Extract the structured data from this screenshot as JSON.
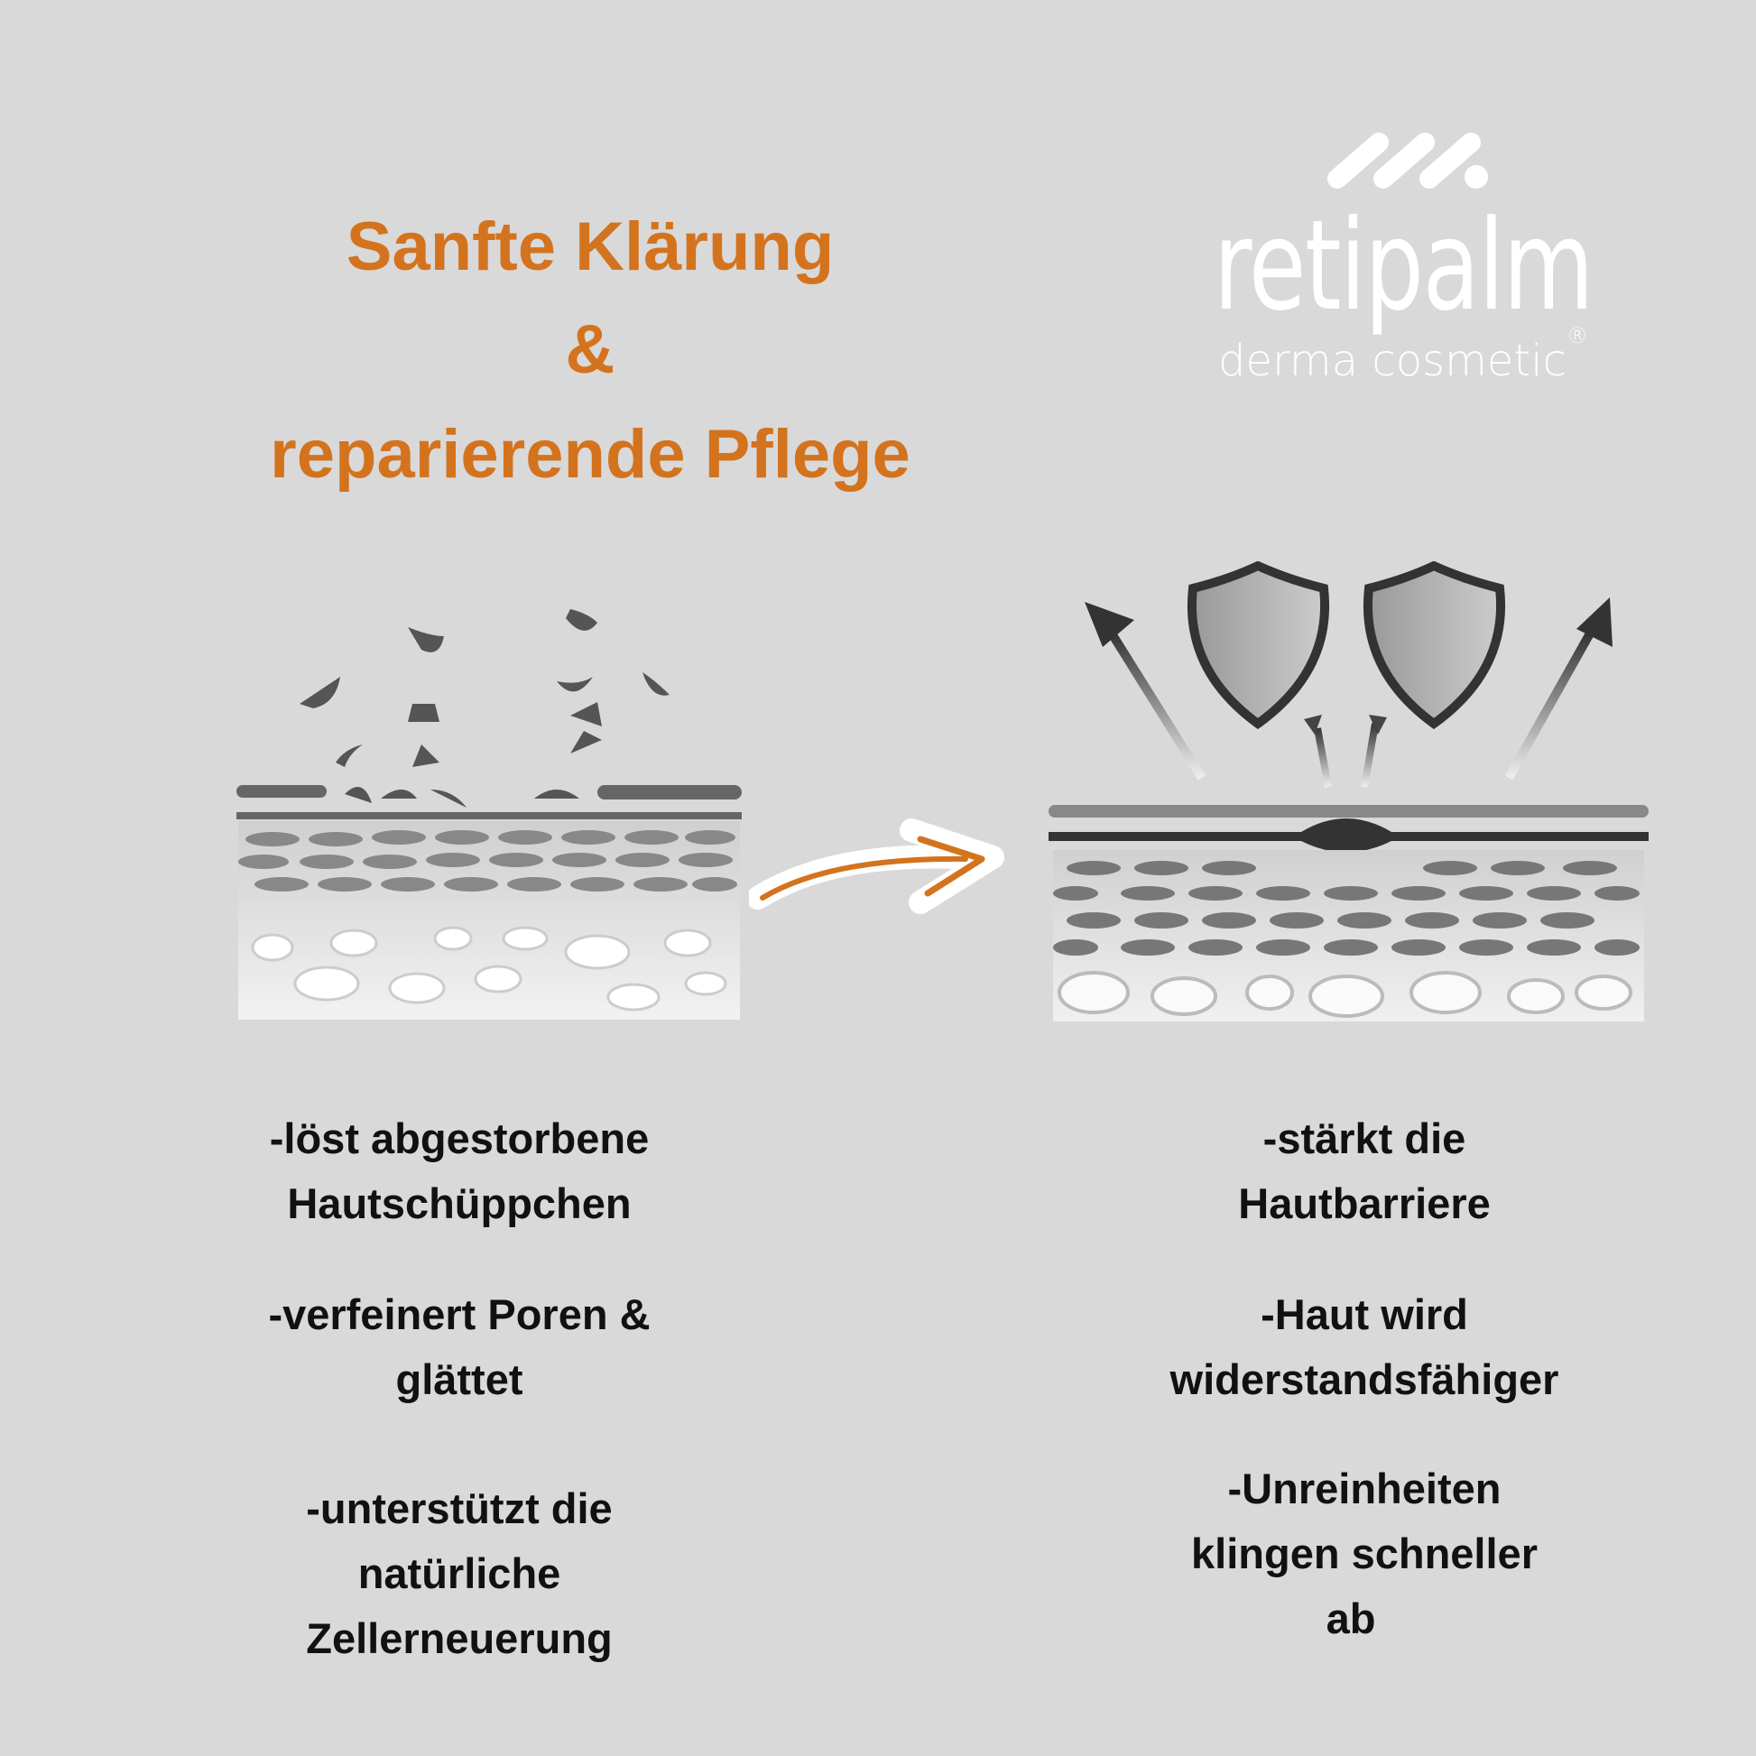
{
  "headline": {
    "line1": "Sanfte Klärung",
    "line2": "&",
    "line3": "reparierende Pflege"
  },
  "logo": {
    "name": "retipalm",
    "tagline": "derma cosmetic",
    "registered": "®"
  },
  "colors": {
    "accent": "#d4731e",
    "background": "#d9d9d9",
    "text": "#111111"
  },
  "left_benefits": [
    {
      "lines": [
        "-löst abgestorbene",
        "Hautschüppchen"
      ]
    },
    {
      "lines": [
        "-verfeinert Poren &",
        "glättet"
      ]
    },
    {
      "lines": [
        "-unterstützt die",
        "natürliche",
        "Zellerneuerung"
      ]
    }
  ],
  "right_benefits": [
    {
      "lines": [
        "-stärkt die",
        "Hautbarriere"
      ]
    },
    {
      "lines": [
        "-Haut wird",
        "widerstandsfähiger"
      ]
    },
    {
      "lines": [
        "-Unreinheiten",
        "klingen schneller",
        "ab"
      ]
    }
  ]
}
